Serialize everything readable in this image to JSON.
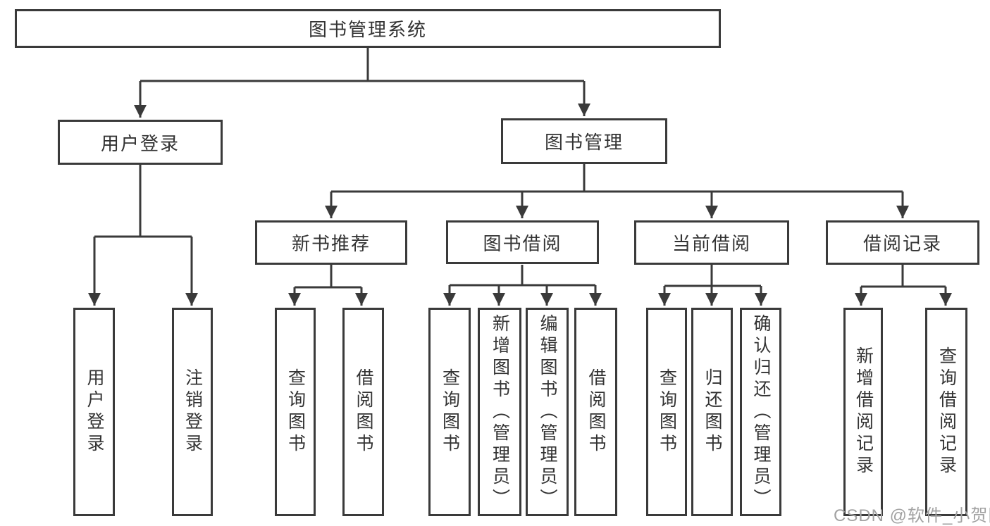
{
  "colors": {
    "line": "#3a3a3a",
    "text": "#333333",
    "background": "#ffffff",
    "watermark": "#a2a2a2"
  },
  "watermark": {
    "text": "CSDN @软件_小贺同学"
  },
  "diagram": {
    "root": {
      "label": "图书管理系统"
    },
    "level2": [
      {
        "label": "用户登录"
      },
      {
        "label": "图书管理"
      }
    ],
    "level3": [
      {
        "label": "新书推荐"
      },
      {
        "label": "图书借阅"
      },
      {
        "label": "当前借阅"
      },
      {
        "label": "借阅记录"
      }
    ],
    "leaves": [
      {
        "group": "用户登录",
        "label": "用户登录"
      },
      {
        "group": "用户登录",
        "label": "注销登录"
      },
      {
        "group": "新书推荐",
        "label": "查询图书"
      },
      {
        "group": "新书推荐",
        "label": "借阅图书"
      },
      {
        "group": "图书借阅",
        "label": "查询图书"
      },
      {
        "group": "图书借阅",
        "label": "新增图书（管理员）"
      },
      {
        "group": "图书借阅",
        "label": "编辑图书（管理员）"
      },
      {
        "group": "图书借阅",
        "label": "借阅图书"
      },
      {
        "group": "当前借阅",
        "label": "查询图书"
      },
      {
        "group": "当前借阅",
        "label": "归还图书"
      },
      {
        "group": "当前借阅",
        "label": "确认归还（管理员）"
      },
      {
        "group": "借阅记录",
        "label": "新增借阅记录"
      },
      {
        "group": "借阅记录",
        "label": "查询借阅记录"
      }
    ]
  }
}
